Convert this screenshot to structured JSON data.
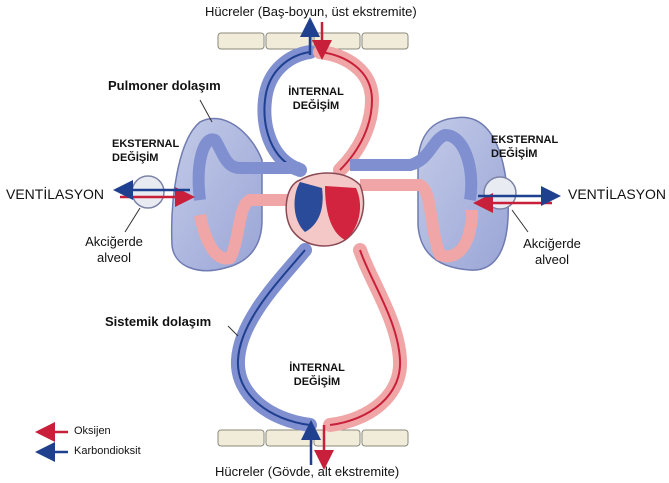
{
  "labels": {
    "top_cells": "Hücreler (Baş-boyun, üst ekstremite)",
    "bottom_cells": "Hücreler (Gövde, alt ekstremite)",
    "pulmonary": "Pulmoner dolaşım",
    "systemic": "Sistemik dolaşım",
    "internal_top_1": "İNTERNAL",
    "internal_top_2": "DEĞİŞİM",
    "internal_bottom_1": "İNTERNAL",
    "internal_bottom_2": "DEĞİŞİM",
    "external_left_1": "EKSTERNAL",
    "external_left_2": "DEĞİŞİM",
    "external_right_1": "EKSTERNAL",
    "external_right_2": "DEĞİŞİM",
    "vent_left": "VENTİLASYON",
    "vent_right": "VENTİLASYON",
    "alveol_left_1": "Akciğerde",
    "alveol_left_2": "alveol",
    "alveol_right_1": "Akciğerde",
    "alveol_right_2": "alveol"
  },
  "legend": {
    "oxygen": "Oksijen",
    "co2": "Karbondioksit"
  },
  "colors": {
    "oxygen": "#c8203a",
    "co2": "#1f3f8f",
    "lung": "#a9b4dc",
    "vessel_red": "#f0a6a6",
    "vessel_blue": "#7f8fd0",
    "mix": "#9a88c8"
  }
}
